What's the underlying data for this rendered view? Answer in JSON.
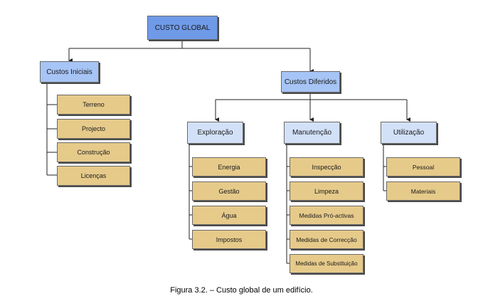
{
  "diagram": {
    "root": {
      "label": "CUSTO GLOBAL"
    },
    "custos_iniciais": {
      "label": "Custos Iniciais",
      "children": [
        "Terreno",
        "Projecto",
        "Construção",
        "Licenças"
      ]
    },
    "custos_diferidos": {
      "label": "Custos Diferidos",
      "exploracao": {
        "label": "Exploração",
        "children": [
          "Energia",
          "Gestão",
          "Água",
          "Impostos"
        ]
      },
      "manutencao": {
        "label": "Manutenção",
        "children": [
          "Inspecção",
          "Limpeza",
          "Medidas Pró-activas",
          "Medidas de Correcção",
          "Medidas de Substituição"
        ]
      },
      "utilizacao": {
        "label": "Utilização",
        "children": [
          "Pessoal",
          "Materiais"
        ]
      }
    }
  },
  "caption": "Figura 3.2. – Custo global de um edifício.",
  "colors": {
    "root": "#6f9ae8",
    "level1": "#a6c4f5",
    "level2": "#d2e1f8",
    "leaf": "#e6ca8a",
    "line": "#222222"
  }
}
